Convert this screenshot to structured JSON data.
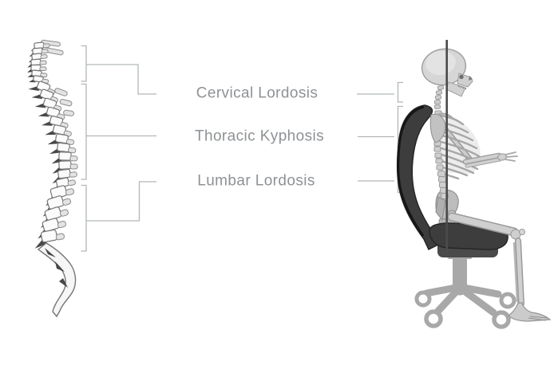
{
  "labels": [
    {
      "id": "cervical-lordosis",
      "text": "Cervical Lordosis"
    },
    {
      "id": "thoracic-kyphosis",
      "text": "Thoracic Kyphosis"
    },
    {
      "id": "lumbar-lordosis",
      "text": "Lumbar Lordosis"
    }
  ],
  "illustrations": {
    "spine": "lateral-spine-drawing",
    "skeleton": "seated-skeleton-side-view",
    "chair": "office-chair-side-view",
    "plumb_line": "vertical-posture-reference-line"
  },
  "colors": {
    "background": "#ffffff",
    "label_text": "#8e9295",
    "annotation_line": "#b2b6b8",
    "vertebra_dark": "#474747",
    "vertebra_outline": "#757575",
    "bone_fill": "#cfcfcf",
    "bone_outline": "#9a9a9a",
    "chair_upholstery": "#3d3d3d",
    "chair_edge": "#262626",
    "chair_base": "#a8a8a8",
    "plumb_line": "#4b4b4b"
  }
}
